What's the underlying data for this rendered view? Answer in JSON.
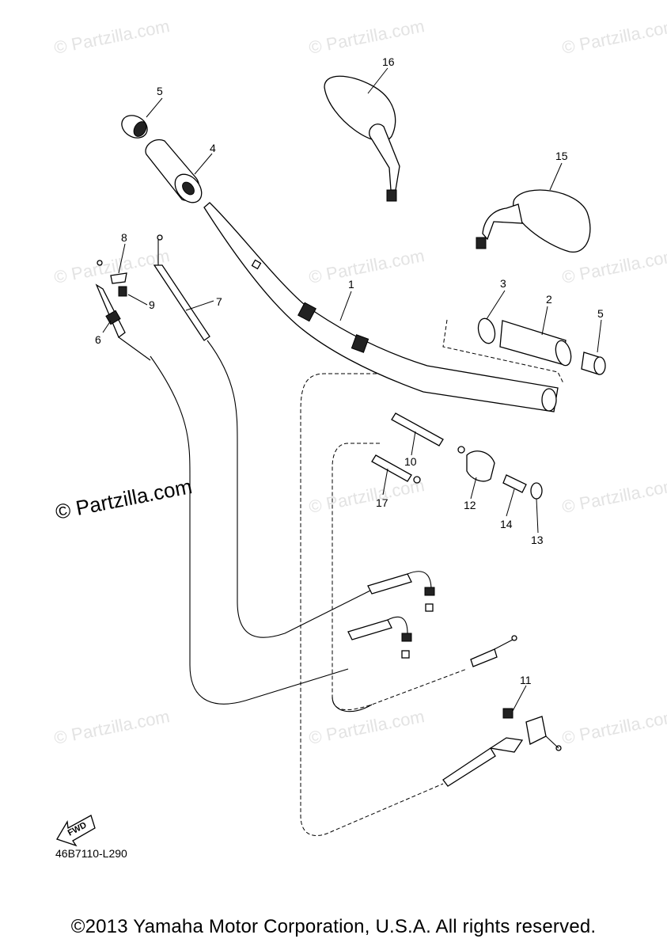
{
  "watermark": {
    "text": "© Partzilla.com"
  },
  "callouts": [
    "1",
    "2",
    "3",
    "4",
    "5",
    "5",
    "6",
    "7",
    "8",
    "9",
    "10",
    "11",
    "12",
    "13",
    "14",
    "15",
    "16",
    "17"
  ],
  "fwd_label": "FWD",
  "diagram_code": "46B7110-L290",
  "copyright": "©2013 Yamaha Motor Corporation, U.S.A. All rights reserved."
}
